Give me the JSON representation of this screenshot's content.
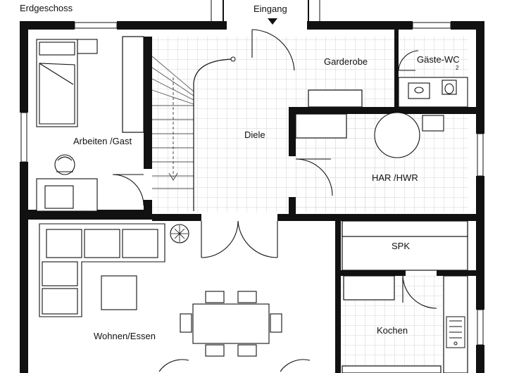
{
  "plan": {
    "floor_title": "Erdgeschoss",
    "entrance_label": "Eingang",
    "rooms": {
      "garderobe": "Garderobe",
      "gaeste_wc": "Gäste-WC",
      "wc_mark": "2",
      "arbeiten": "Arbeiten /Gast",
      "diele": "Diele",
      "har": "HAR /HWR",
      "spk": "SPK",
      "wohnen": "Wohnen/Essen",
      "kochen": "Kochen"
    }
  }
}
